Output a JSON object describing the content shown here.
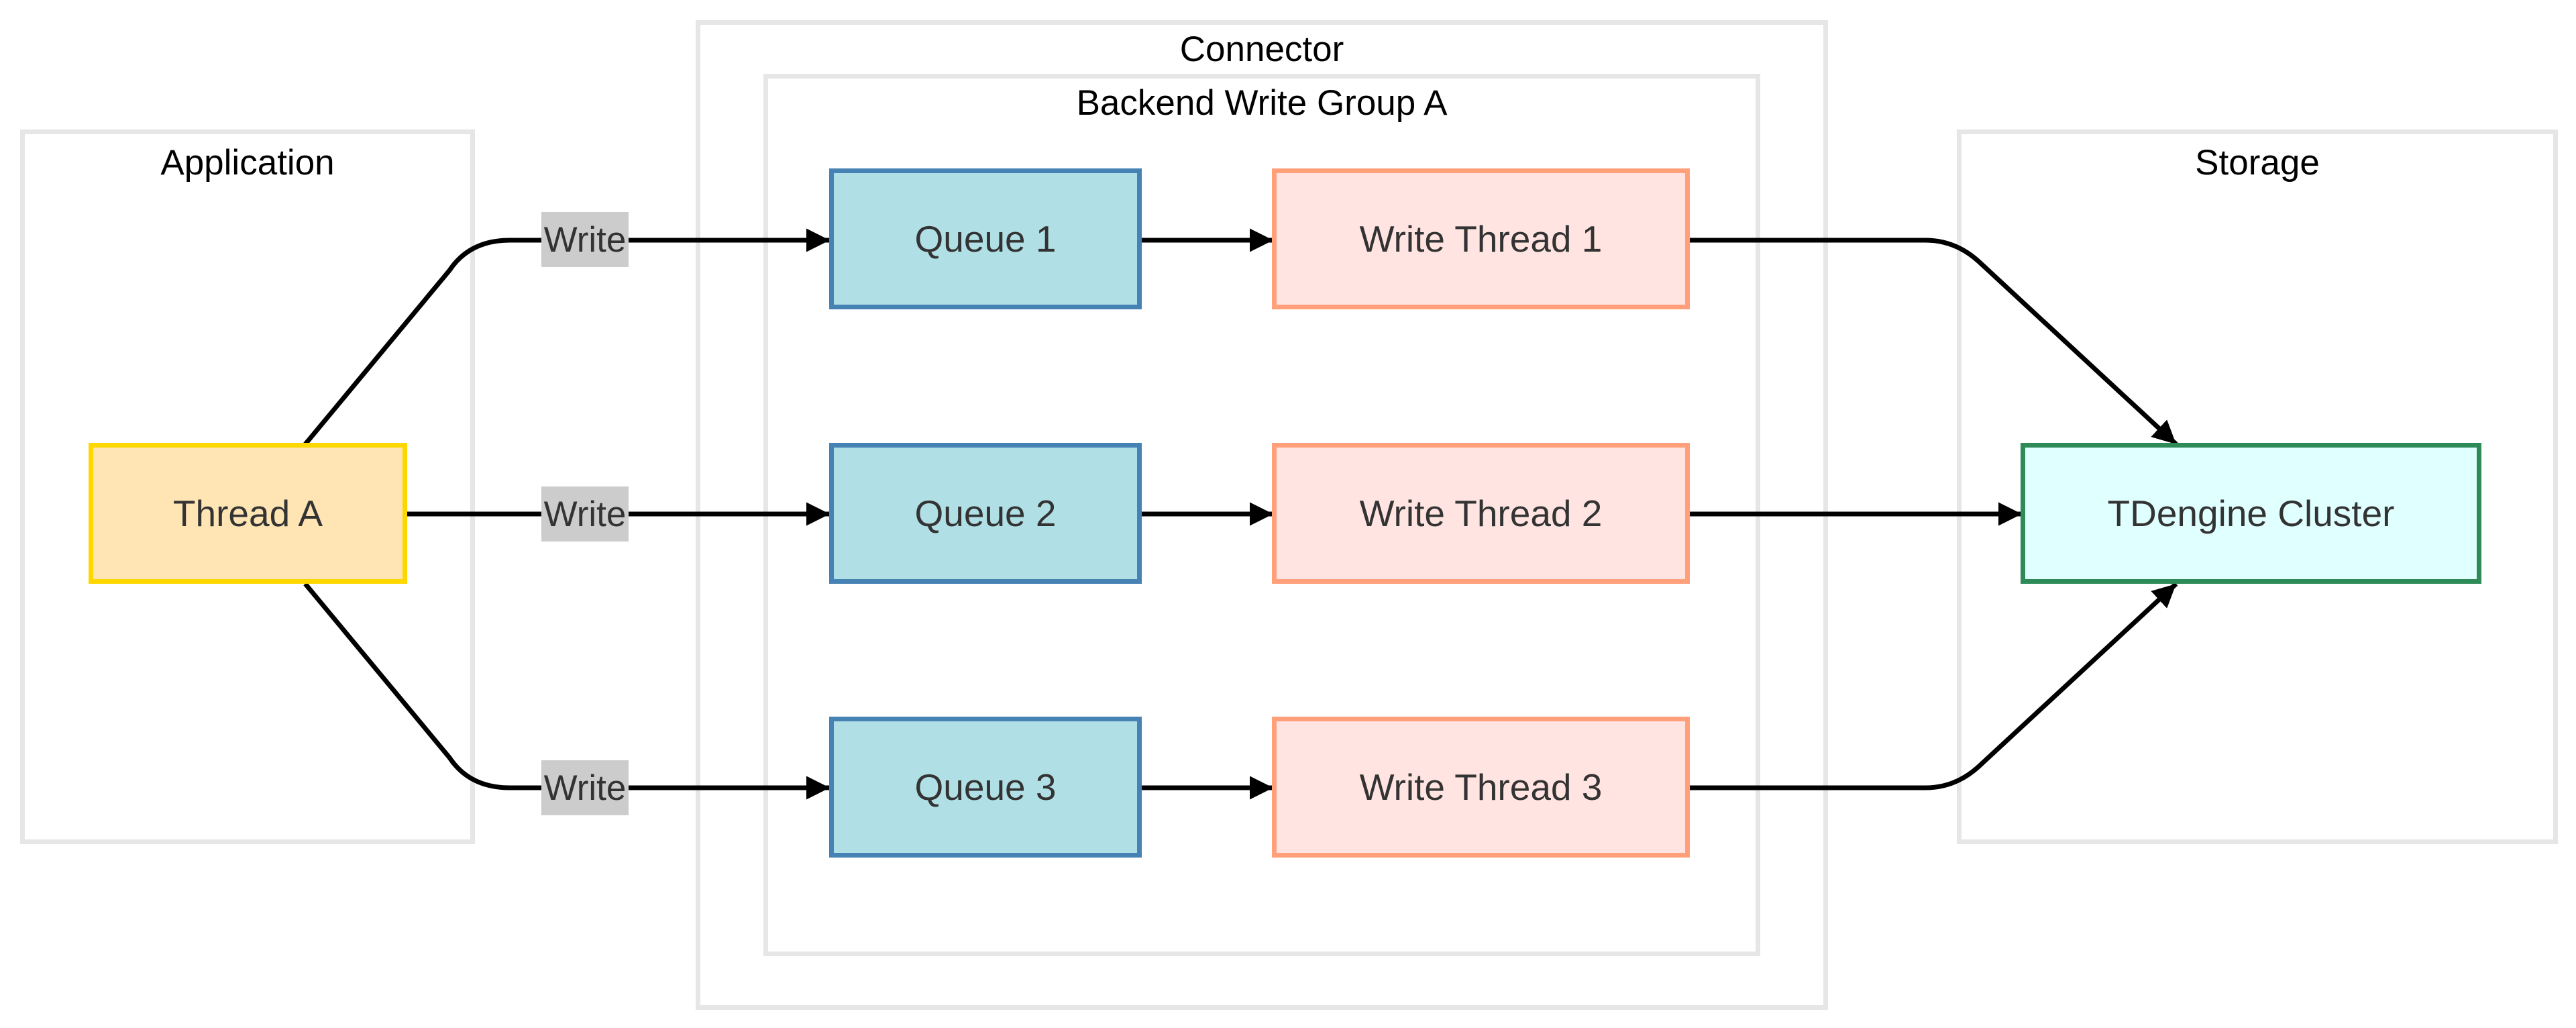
{
  "groups": {
    "application": "Application",
    "connector": "Connector",
    "backend": "Backend Write Group A",
    "storage": "Storage"
  },
  "nodes": {
    "thread_a": "Thread A",
    "queue_1": "Queue 1",
    "queue_2": "Queue 2",
    "queue_3": "Queue 3",
    "write_thread_1": "Write Thread 1",
    "write_thread_2": "Write Thread 2",
    "write_thread_3": "Write Thread 3",
    "cluster": "TDengine Cluster"
  },
  "edge_labels": {
    "write_1": "Write",
    "write_2": "Write",
    "write_3": "Write"
  },
  "colors": {
    "thread_fill": "#ffe5b4",
    "thread_border": "#ffd700",
    "queue_fill": "#b0dfe5",
    "queue_border": "#4682b4",
    "writer_fill": "#ffe4e1",
    "writer_border": "#ffa07a",
    "cluster_fill": "#e0ffff",
    "cluster_border": "#2e8b57",
    "group_border": "#e6e6e6",
    "edge": "#000000"
  }
}
